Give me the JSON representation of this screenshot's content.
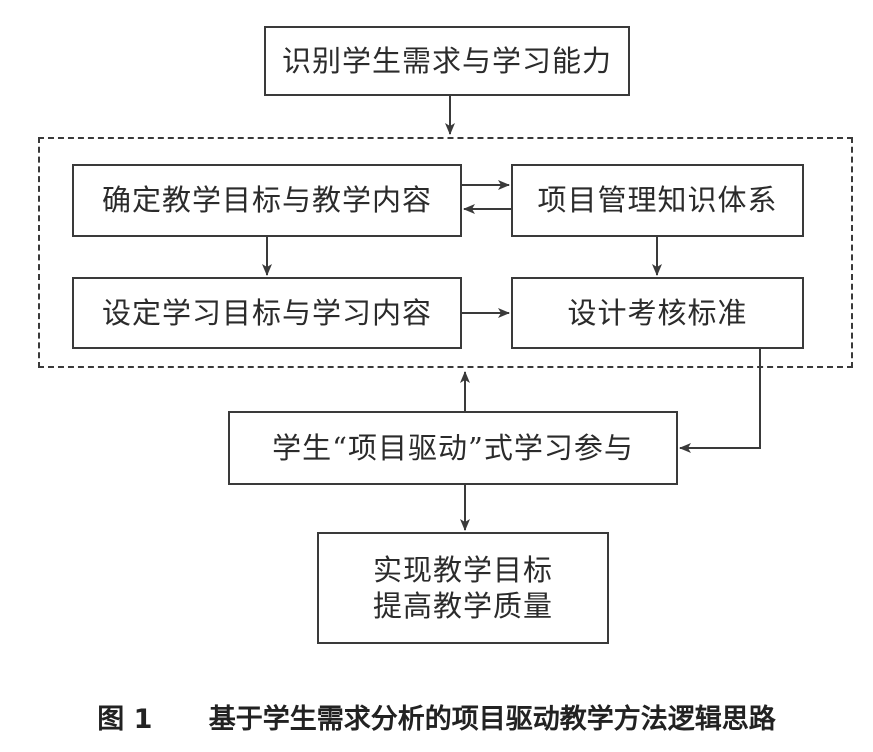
{
  "nodes": {
    "identify": "识别学生需求与学习能力",
    "teaching_goal": "确定教学目标与教学内容",
    "pm_knowledge": "项目管理知识体系",
    "learning_goal": "设定学习目标与学习内容",
    "assessment": "设计考核标准",
    "participation": "学生“项目驱动”式学习参与",
    "outcome": {
      "line1": "实现教学目标",
      "line2": "提高教学质量"
    }
  },
  "caption": {
    "label": "图 1",
    "text": "基于学生需求分析的项目驱动教学方法逻辑思路"
  },
  "colors": {
    "line": "#3a3a3a",
    "text": "#2b2b2b"
  }
}
